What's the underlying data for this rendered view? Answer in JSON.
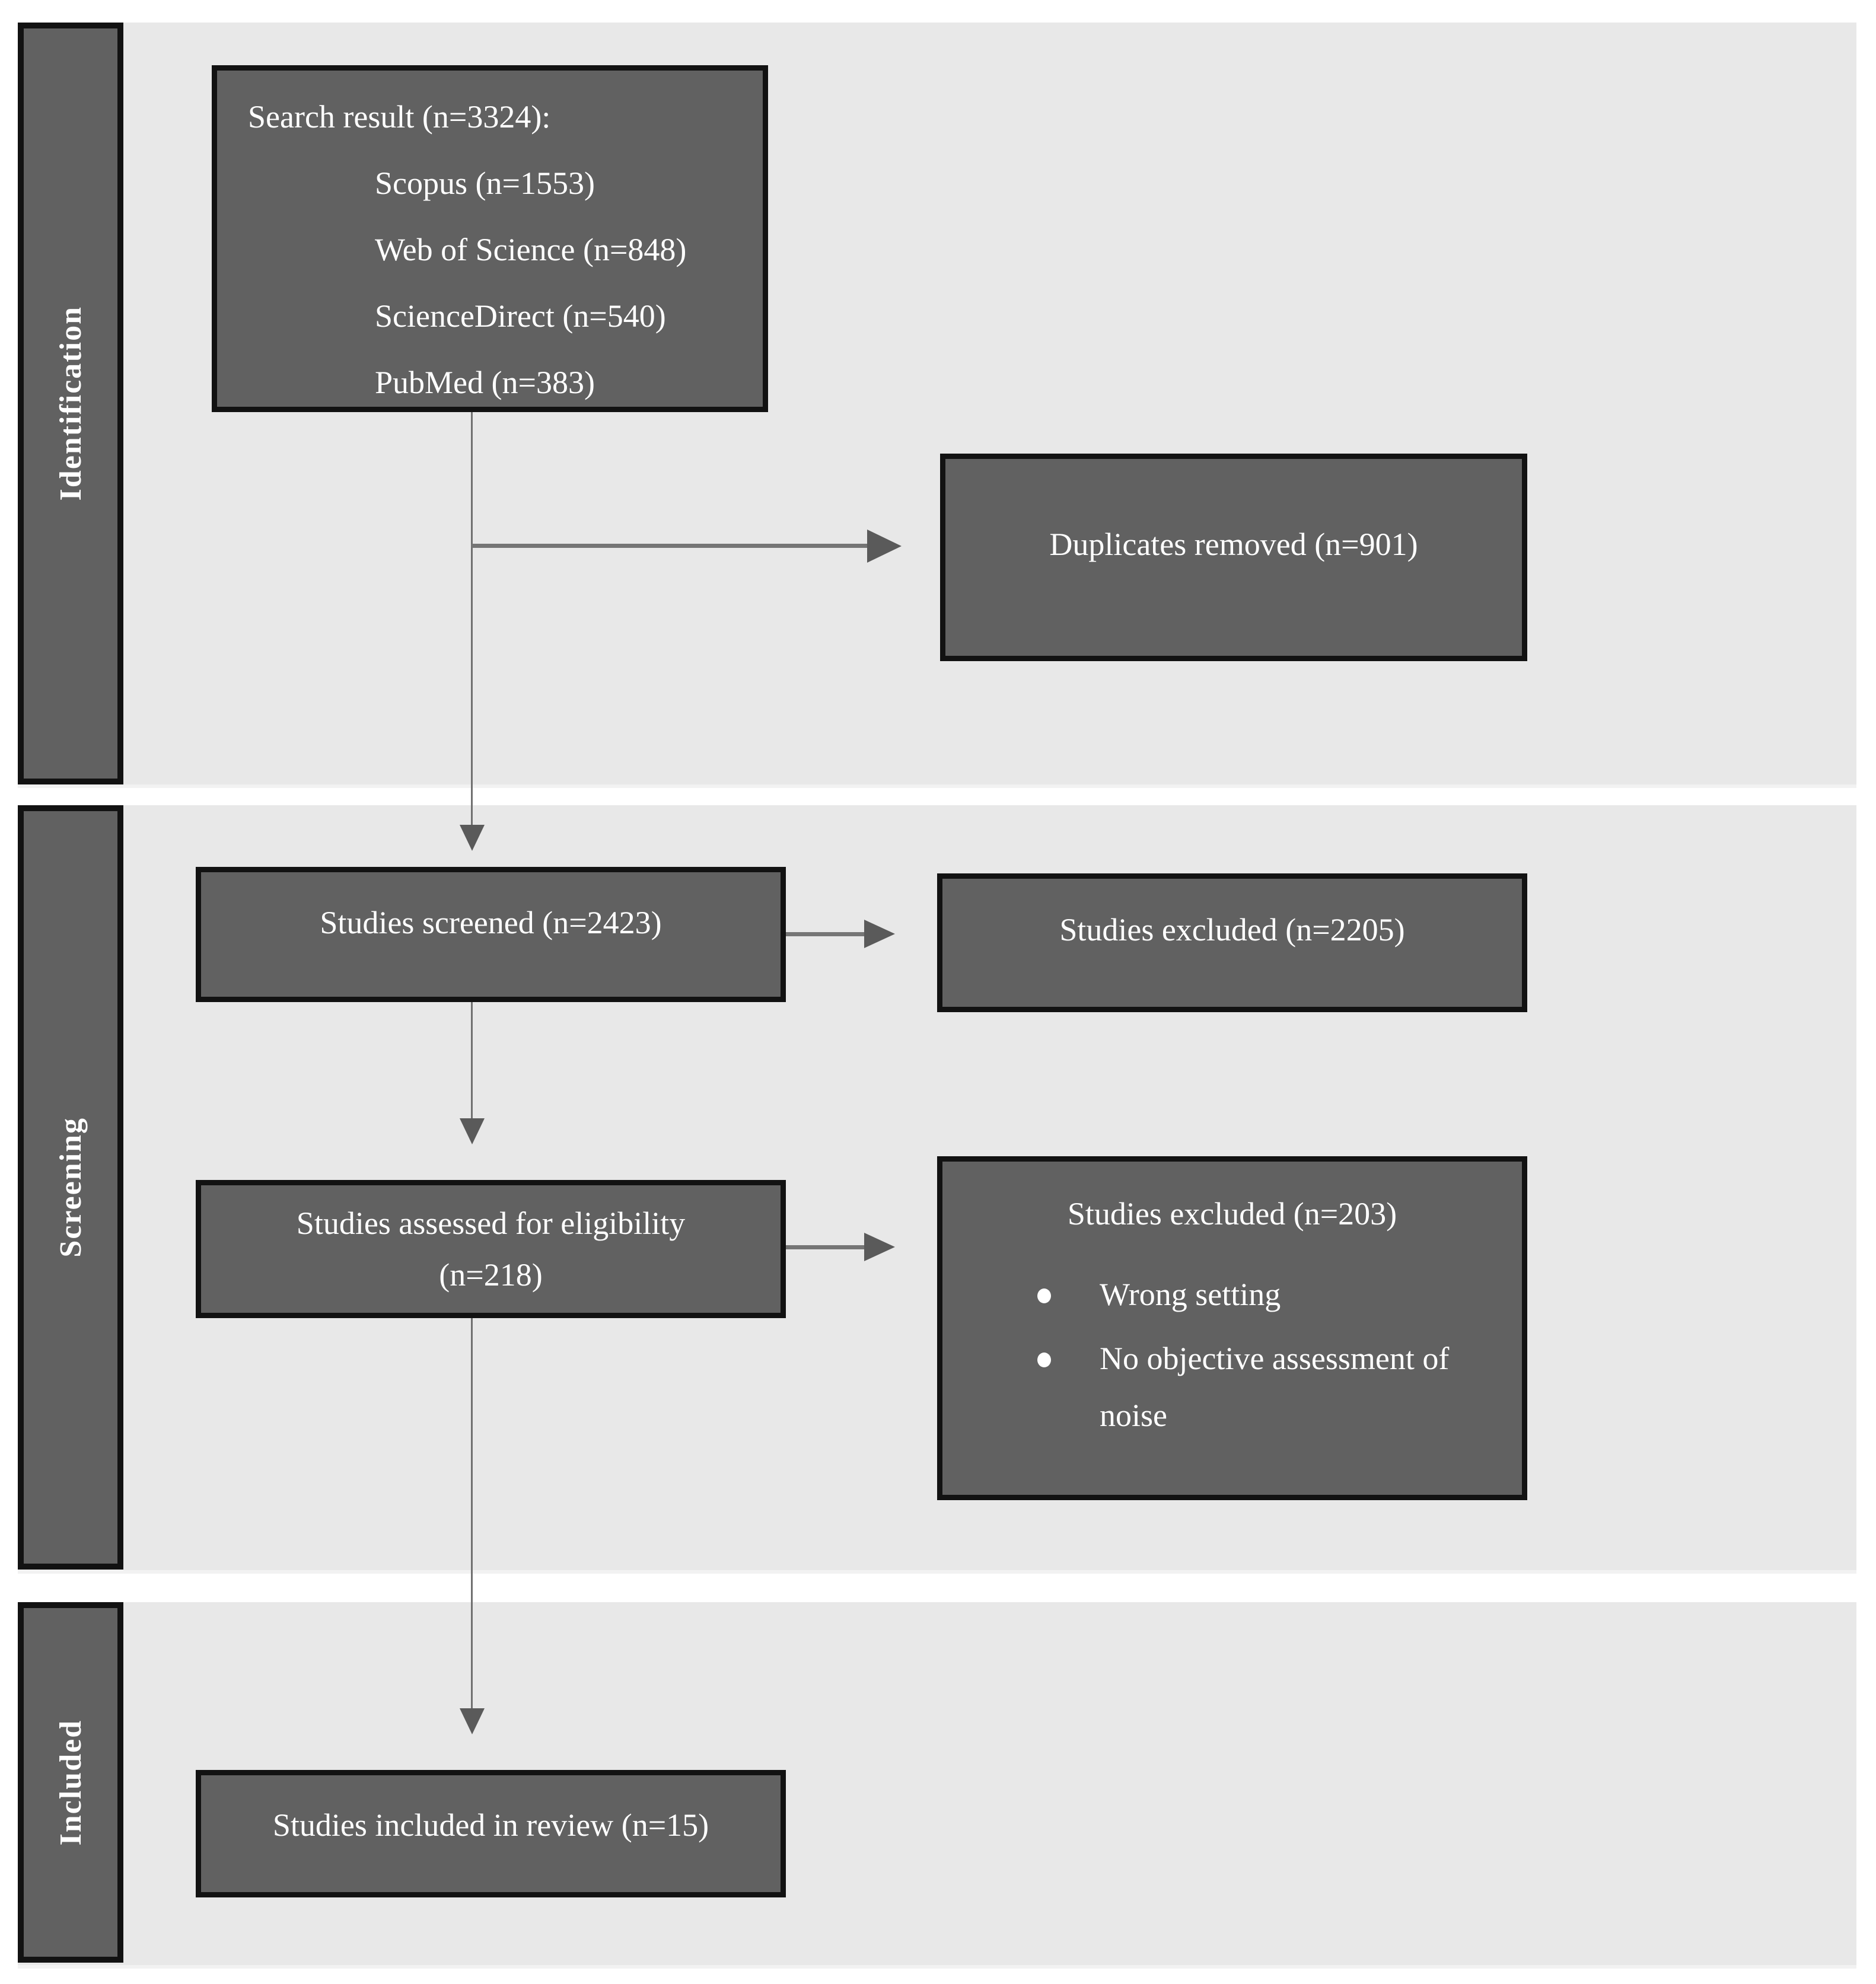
{
  "sections": [
    {
      "label": "Identification"
    },
    {
      "label": "Screening"
    },
    {
      "label": "Included"
    }
  ],
  "boxes": {
    "search_result": {
      "title": "Search result (n=3324):",
      "sources": [
        "Scopus (n=1553)",
        "Web of Science (n=848)",
        "ScienceDirect (n=540)",
        "PubMed (n=383)"
      ]
    },
    "duplicates_removed": {
      "label": "Duplicates removed (n=901)"
    },
    "studies_screened": {
      "label": "Studies screened (n=2423)"
    },
    "studies_excluded_screening": {
      "label": "Studies excluded (n=2205)"
    },
    "studies_assessed": {
      "line1": "Studies assessed for eligibility",
      "line2": "(n=218)"
    },
    "studies_excluded_eligibility": {
      "title": "Studies excluded (n=203)",
      "reasons": [
        "Wrong setting",
        "No objective assessment of noise"
      ]
    },
    "studies_included": {
      "label": "Studies included in review (n=15)"
    }
  },
  "colors": {
    "band_background": "#e8e8e8",
    "box_fill": "#616161",
    "box_border": "#121212",
    "text": "#ffffff",
    "arrow": "#707070"
  }
}
